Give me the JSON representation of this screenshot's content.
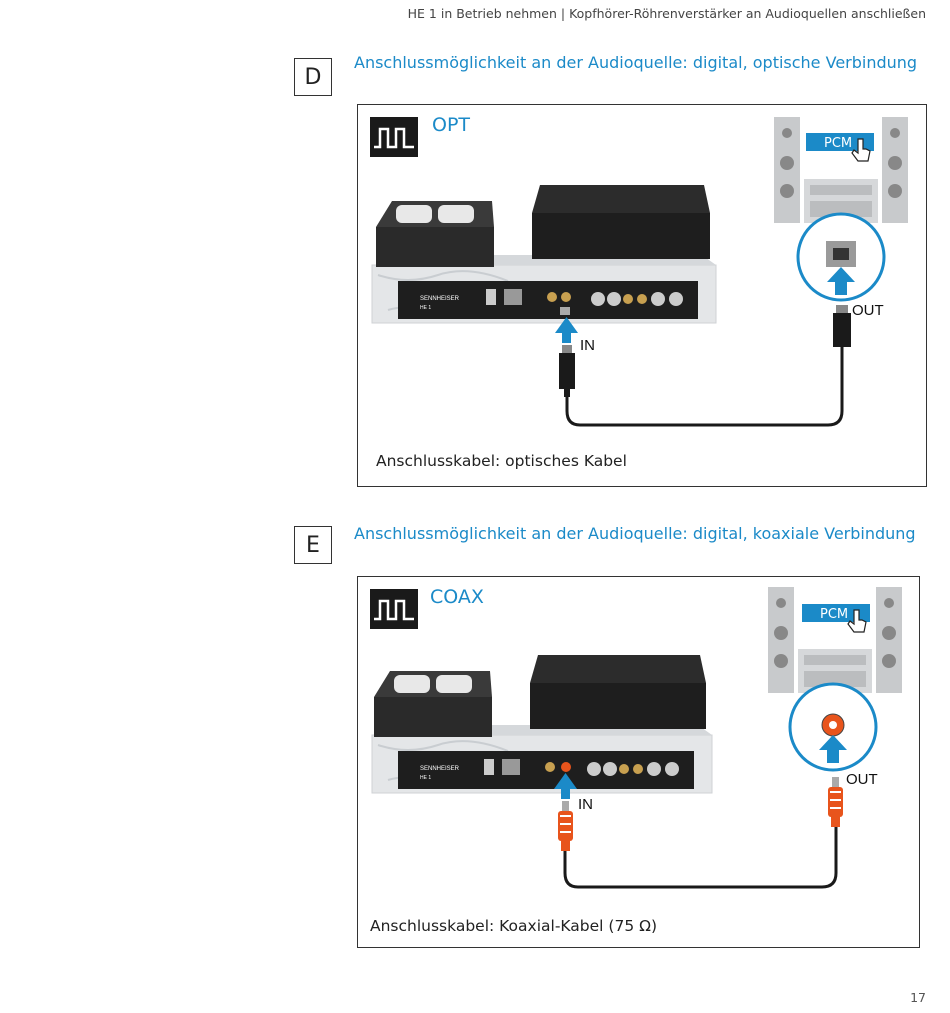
{
  "header": {
    "text": "HE 1 in Betrieb nehmen | Kopfhörer-Röhrenverstärker an Audioquellen anschließen"
  },
  "sections": [
    {
      "letter": "D",
      "title": "Anschlussmöglichkeit an der Audioquelle: digital, optische Verbindung",
      "mode_label": "OPT",
      "pcm_label": "PCM",
      "in_label": "IN",
      "out_label": "OUT",
      "brand_label": "SENNHEISER",
      "model_label": "HE 1",
      "caption": "Anschlusskabel: optisches Kabel"
    },
    {
      "letter": "E",
      "title": "Anschlussmöglichkeit an der Audioquelle: digital, koaxiale Verbindung",
      "mode_label": "COAX",
      "pcm_label": "PCM",
      "in_label": "IN",
      "out_label": "OUT",
      "brand_label": "SENNHEISER",
      "model_label": "HE 1",
      "caption": "Anschlusskabel: Koaxial-Kabel (75 Ω)"
    }
  ],
  "colors": {
    "accent": "#1b8ac8",
    "coax_connector": "#e8541c",
    "marble": "#e4e6e8",
    "device": "#222222"
  },
  "footer": {
    "page_number": "17"
  }
}
